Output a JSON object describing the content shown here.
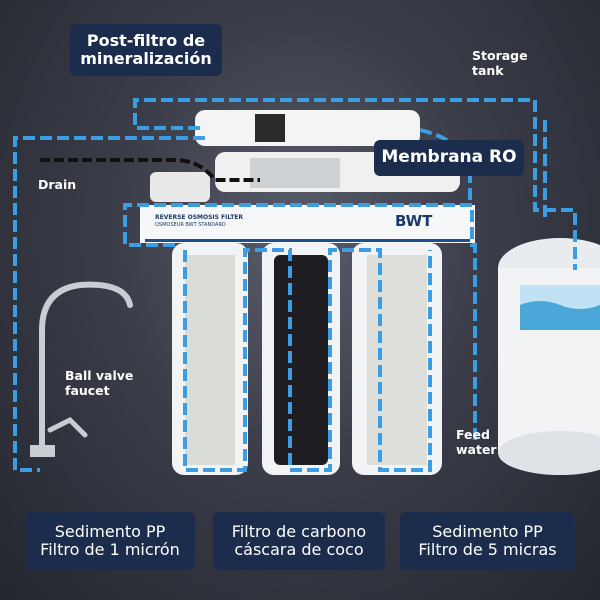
{
  "labels": {
    "post_filter": [
      "Post-filtro de",
      "mineralización"
    ],
    "storage_tank": [
      "Storage",
      "tank"
    ],
    "membrane": "Membrana RO",
    "drain": "Drain",
    "faucet": [
      "Ball valve",
      "faucet"
    ],
    "feed_water": [
      "Feed",
      "water"
    ]
  },
  "filter_bracket": {
    "title": "REVERSE OSMOSIS FILTER",
    "subtitle": "OSMOSEUR BWT STANDARD",
    "brand": "BWT"
  },
  "stages": [
    {
      "line1": "Sedimento PP",
      "line2": "Filtro de 1 micrón"
    },
    {
      "line1": "Filtro de carbono",
      "line2": "cáscara de coco"
    },
    {
      "line1": "Sedimento PP",
      "line2": "Filtro de 5 micras"
    }
  ],
  "colors": {
    "flow": "#3d9de3",
    "label_bg": "#1b2c4c",
    "drain": "#111111"
  }
}
